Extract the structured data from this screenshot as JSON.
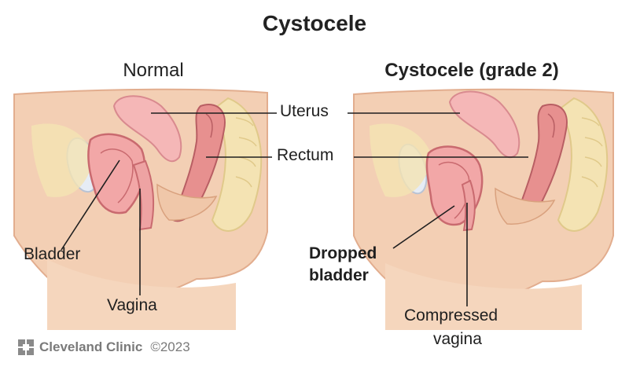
{
  "title": "Cystocele",
  "panels": {
    "normal": {
      "title": "Normal",
      "labels": {
        "bladder": "Bladder",
        "vagina": "Vagina"
      }
    },
    "cystocele": {
      "title": "Cystocele (grade 2)",
      "labels": {
        "dropped_bladder_line1": "Dropped",
        "dropped_bladder_line2": "bladder",
        "compressed_vagina_line1": "Compressed",
        "compressed_vagina_line2": "vagina"
      }
    }
  },
  "shared_labels": {
    "uterus": "Uterus",
    "rectum": "Rectum"
  },
  "footer": {
    "brand": "Cleveland Clinic",
    "copyright": "©2023"
  },
  "colors": {
    "skin": "#f3cfb4",
    "skin_dark": "#e2ad8e",
    "bone": "#f4e3b3",
    "organ_pink": "#f2a7a7",
    "organ_dark": "#c96a6f",
    "uterus": "#f5b7b7",
    "bladder_grey": "#cfd6e3"
  },
  "icons": {
    "footer": "cleveland-clinic-logo-icon"
  }
}
